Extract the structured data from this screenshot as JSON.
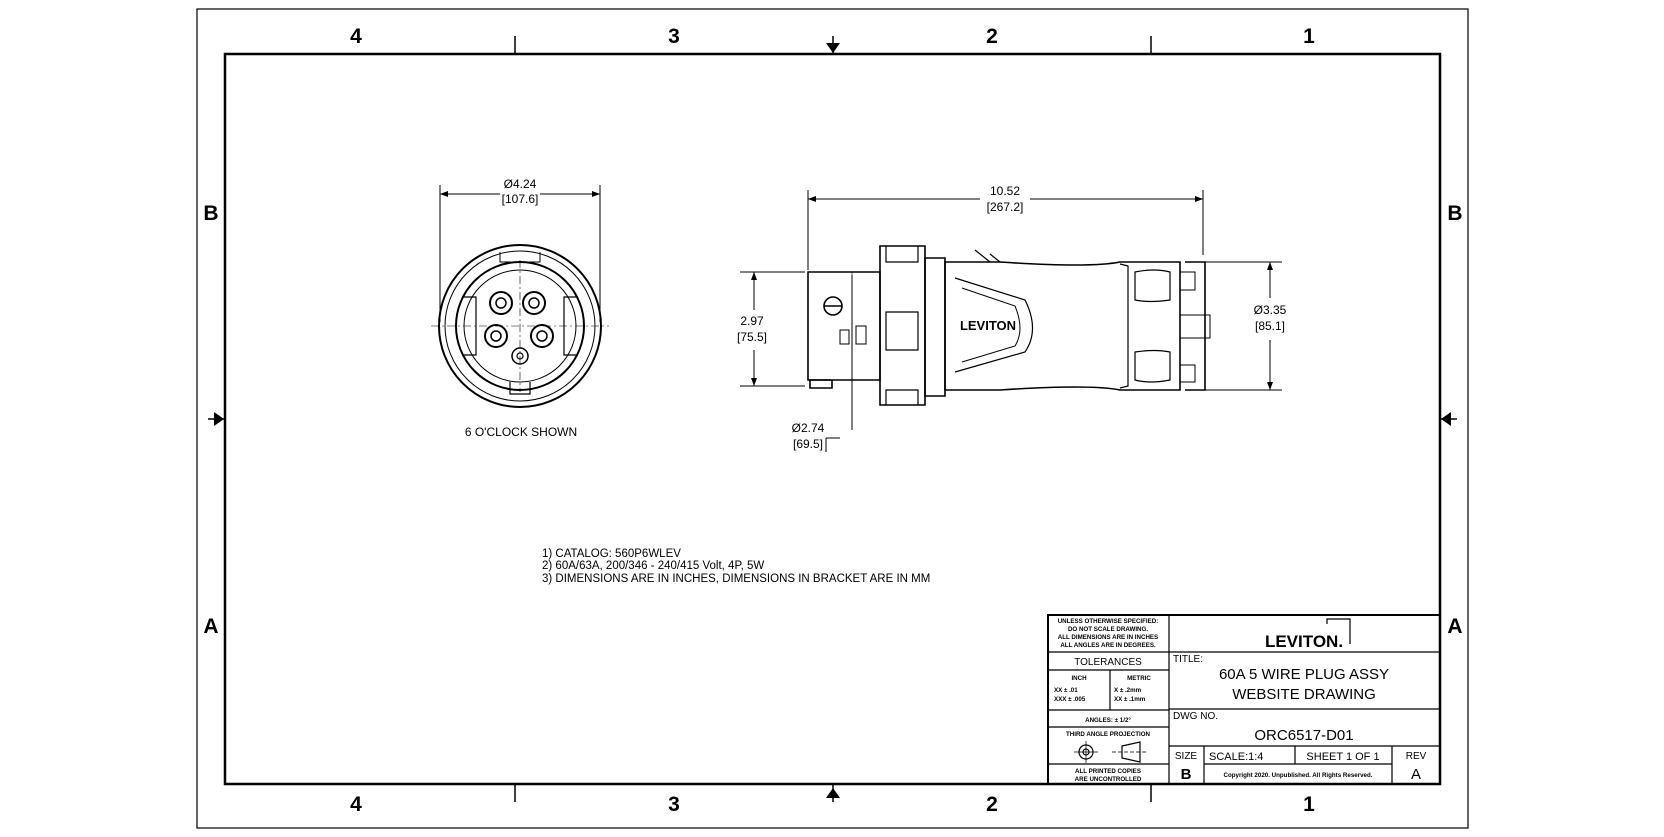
{
  "zones": {
    "columns_top": [
      "4",
      "3",
      "2",
      "1"
    ],
    "columns_bottom": [
      "4",
      "3",
      "2",
      "1"
    ],
    "rows_left": [
      "B",
      "A"
    ],
    "rows_right": [
      "B",
      "A"
    ]
  },
  "front_view": {
    "diameter": "Ø4.24",
    "diameter_mm": "[107.6]",
    "caption": "6 O'CLOCK SHOWN"
  },
  "side_view": {
    "length": "10.52",
    "length_mm": "[267.2]",
    "height": "2.97",
    "height_mm": "[75.5]",
    "diameter_small": "Ø2.74",
    "diameter_small_mm": "[69.5]",
    "diameter_large": "Ø3.35",
    "diameter_large_mm": "[85.1]",
    "body_brand": "LEVITON"
  },
  "notes": [
    "1) CATALOG: 560P6WLEV",
    "2) 60A/63A, 200/346 - 240/415 Volt, 4P, 5W",
    "3) DIMENSIONS ARE IN INCHES, DIMENSIONS IN BRACKET ARE IN MM"
  ],
  "title_block": {
    "unless_lines": [
      "UNLESS OTHERWISE SPECIFIED:",
      "DO NOT SCALE DRAWING.",
      "ALL DIMENSIONS ARE IN INCHES",
      "ALL ANGLES ARE IN DEGREES."
    ],
    "tolerances": "TOLERANCES",
    "inch_header": "INCH",
    "metric_header": "METRIC",
    "inch_rows": [
      "XX   ± .01",
      "XXX  ± .005"
    ],
    "metric_rows": [
      "X    ± .2mm",
      "XX   ± .1mm"
    ],
    "angles": "ANGLES: ± 1/2°",
    "projection": "THIRD ANGLE PROJECTION",
    "printed_copies": [
      "ALL PRINTED COPIES",
      "ARE UNCONTROLLED"
    ],
    "logo": "LEVITON.",
    "title_label": "TITLE:",
    "title_lines": [
      "60A 5 WIRE PLUG ASSY",
      "WEBSITE DRAWING"
    ],
    "dwg_label": "DWG NO.",
    "dwg_no": "ORC6517-D01",
    "size_label": "SIZE",
    "size_value": "B",
    "scale": "SCALE:1:4",
    "sheet": "SHEET 1 OF 1",
    "rev_label": "REV",
    "rev_value": "A",
    "copyright": "Copyright 2020. Unpublished. All Rights Reserved."
  }
}
